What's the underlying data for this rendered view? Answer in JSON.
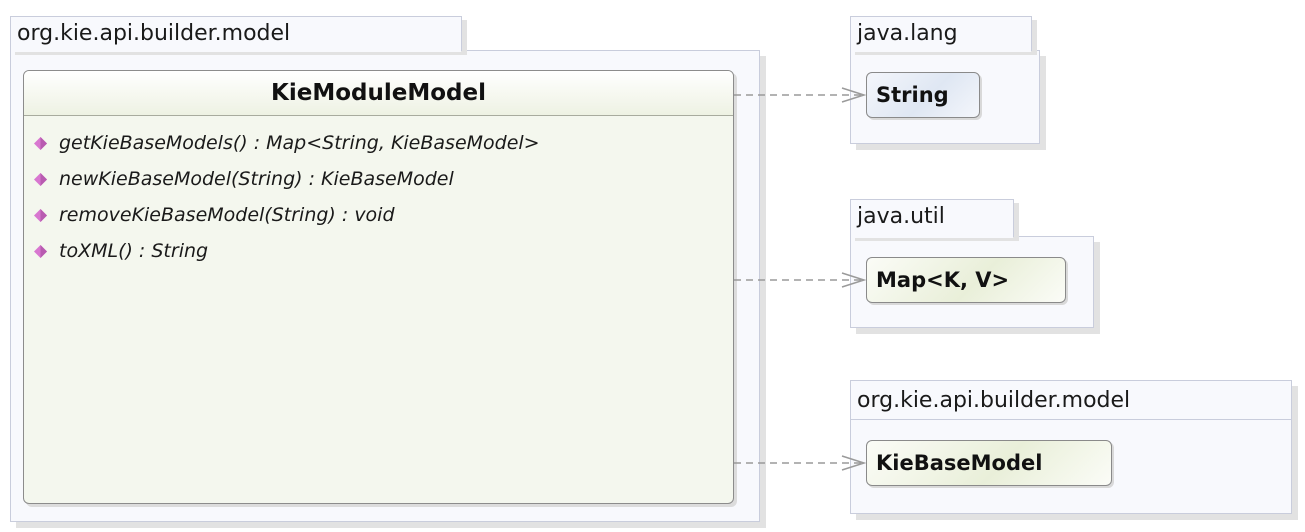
{
  "main_package": {
    "name": "org.kie.api.builder.model",
    "class": {
      "name": "KieModuleModel",
      "operations": [
        "getKieBaseModels() : Map<String, KieBaseModel>",
        "newKieBaseModel(String) : KieBaseModel",
        "removeKieBaseModel(String) : void",
        "toXML() : String"
      ]
    }
  },
  "dependencies": [
    {
      "package": "java.lang",
      "class": "String"
    },
    {
      "package": "java.util",
      "class": "Map<K, V>"
    },
    {
      "package": "org.kie.api.builder.model",
      "class": "KieBaseModel"
    }
  ],
  "colors": {
    "operation_icon": "#d877d0",
    "package_border": "#c9cddc",
    "arrow": "#9a9a9a"
  }
}
